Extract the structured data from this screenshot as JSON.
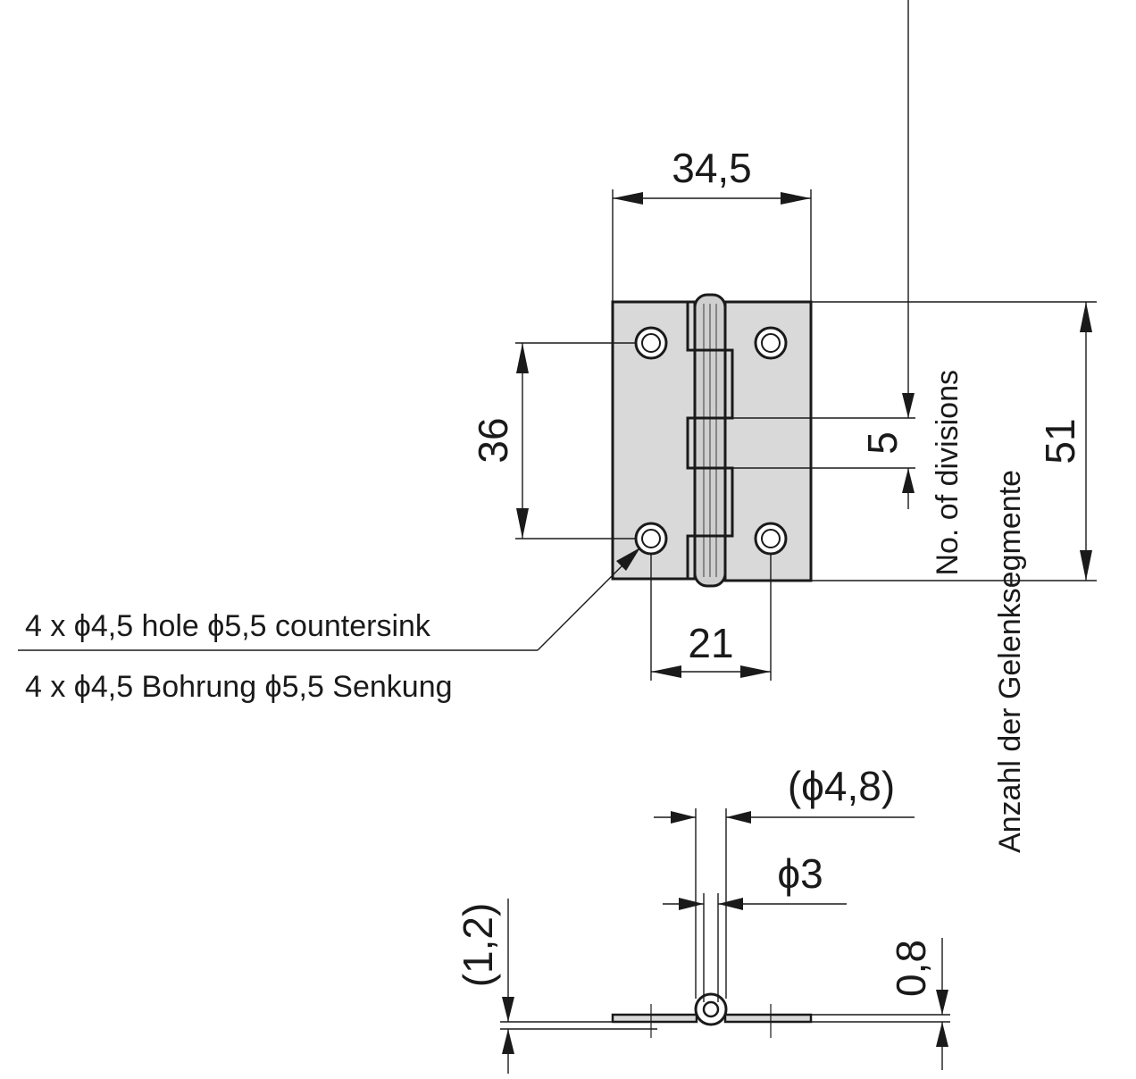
{
  "front_view": {
    "width_dim": "34,5",
    "hole_pitch_vertical_dim": "36",
    "hole_pitch_horizontal_dim": "21",
    "knuckle_segment_dim": "5",
    "total_height_dim": "51",
    "divisions_label_en": "No. of divisions",
    "divisions_label_de": "Anzahl der Gelenksegmente",
    "hole_note_en": "4 x ϕ4,5 hole ϕ5,5 countersink",
    "hole_note_de": "4 x ϕ4,5 Bohrung ϕ5,5 Senkung"
  },
  "side_view": {
    "outer_diameter_dim": "(ϕ4,8)",
    "pin_diameter_dim": "ϕ3",
    "closed_thickness_dim": "(1,2)",
    "leaf_thickness_dim": "0,8"
  },
  "colors": {
    "line": "#1a1a1a",
    "plate_fill": "#d9d9d9",
    "background": "#ffffff"
  }
}
